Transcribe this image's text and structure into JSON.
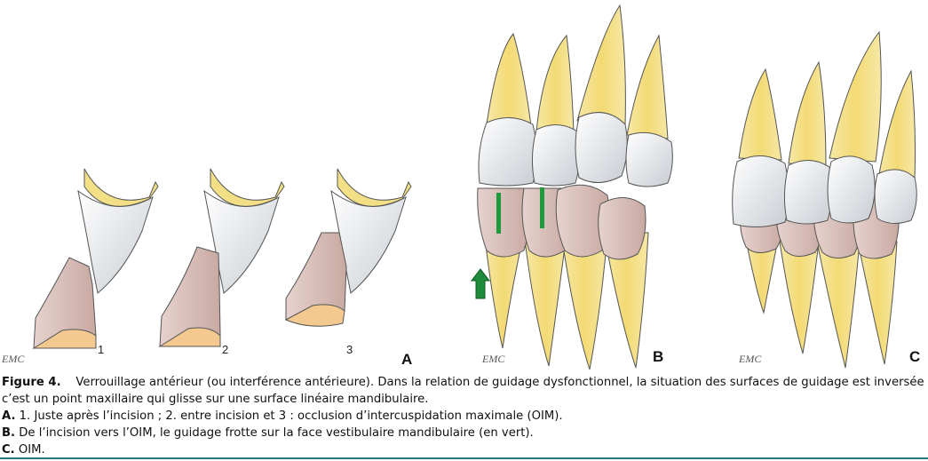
{
  "figure": {
    "panel_a": {
      "letter": "A",
      "steps": [
        "1",
        "2",
        "3"
      ]
    },
    "panel_b": {
      "letter": "B"
    },
    "panel_c": {
      "letter": "C"
    },
    "watermark": "EMC",
    "colors": {
      "root": "#f3df86",
      "enamel": "#e6e9ec",
      "lower_tooth": "#d7beb8",
      "guide_line": "#1f9a3a",
      "arrow": "#1f8a3a"
    }
  },
  "caption": {
    "label": "Figure 4.",
    "text_line1": "Verrouillage antérieur (ou interférence antérieure). Dans la relation de guidage dysfonctionnel, la situation des surfaces de guidage est inversée :",
    "text_line2": "c’est un point maxillaire qui glisse sur une surface linéaire mandibulaire.",
    "a": {
      "label": "A.",
      "text": "1. Juste après l’incision ; 2. entre incision et 3 : occlusion d’intercuspidation maximale (OIM)."
    },
    "b": {
      "label": "B.",
      "text": "De l’incision vers l’OIM, le guidage frotte sur la face vestibulaire mandibulaire (en vert)."
    },
    "c": {
      "label": "C.",
      "text": "OIM."
    }
  }
}
